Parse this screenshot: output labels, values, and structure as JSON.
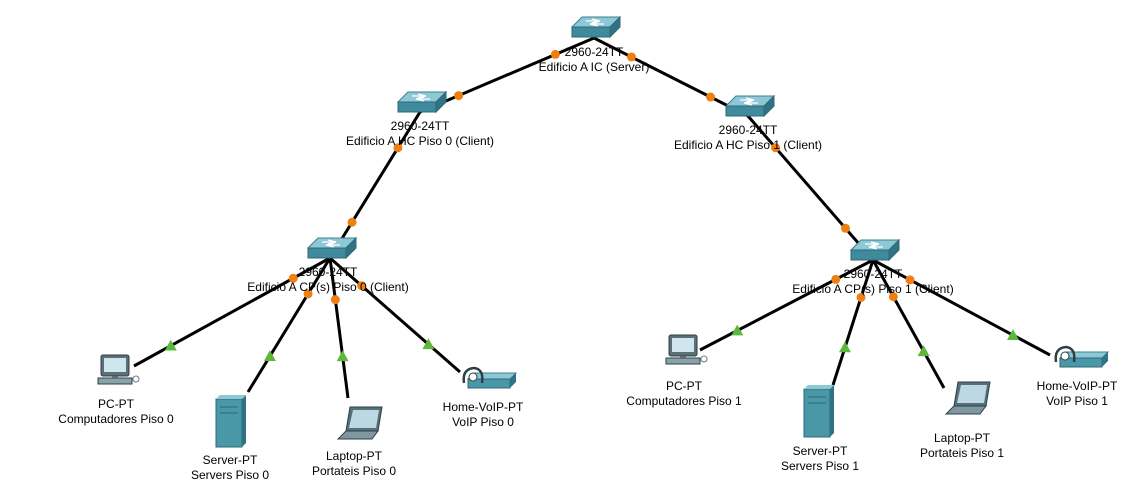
{
  "devices": {
    "core": {
      "model": "2960-24TT",
      "name": "Edificio A IC (Server)"
    },
    "hc0": {
      "model": "2960-24TT",
      "name": "Edificio A HC Piso 0 (Client)"
    },
    "hc1": {
      "model": "2960-24TT",
      "name": "Edificio A HC Piso 1 (Client)"
    },
    "cp0": {
      "model": "2960-24TT",
      "name": "Edificio A CP(s) Piso 0 (Client)"
    },
    "cp1": {
      "model": "2960-24TT",
      "name": "Edificio A CP(s) Piso 1 (Client)"
    },
    "pc0": {
      "model": "PC-PT",
      "name": "Computadores Piso 0"
    },
    "srv0": {
      "model": "Server-PT",
      "name": "Servers Piso 0"
    },
    "lap0": {
      "model": "Laptop-PT",
      "name": "Portateis Piso 0"
    },
    "voip0": {
      "model": "Home-VoIP-PT",
      "name": "VoIP Piso 0"
    },
    "pc1": {
      "model": "PC-PT",
      "name": "Computadores Piso 1"
    },
    "srv1": {
      "model": "Server-PT",
      "name": "Servers Piso 1"
    },
    "lap1": {
      "model": "Laptop-PT",
      "name": "Portateis Piso 1"
    },
    "voip1": {
      "model": "Home-VoIP-PT",
      "name": "VoIP Piso 1"
    }
  },
  "links": [
    {
      "from": "core",
      "to": "hc0",
      "from_status": "orange",
      "to_status": "orange"
    },
    {
      "from": "core",
      "to": "hc1",
      "from_status": "orange",
      "to_status": "orange"
    },
    {
      "from": "hc0",
      "to": "cp0",
      "from_status": "orange",
      "to_status": "orange"
    },
    {
      "from": "hc1",
      "to": "cp1",
      "from_status": "orange",
      "to_status": "orange"
    },
    {
      "from": "cp0",
      "to": "pc0",
      "from_status": "orange",
      "to_status": "green"
    },
    {
      "from": "cp0",
      "to": "srv0",
      "from_status": "orange",
      "to_status": "green"
    },
    {
      "from": "cp0",
      "to": "lap0",
      "from_status": "orange",
      "to_status": "green"
    },
    {
      "from": "cp0",
      "to": "voip0",
      "from_status": "orange",
      "to_status": "green"
    },
    {
      "from": "cp1",
      "to": "pc1",
      "from_status": "orange",
      "to_status": "green"
    },
    {
      "from": "cp1",
      "to": "srv1",
      "from_status": "orange",
      "to_status": "green"
    },
    {
      "from": "cp1",
      "to": "lap1",
      "from_status": "orange",
      "to_status": "green"
    },
    {
      "from": "cp1",
      "to": "voip1",
      "from_status": "orange",
      "to_status": "green"
    }
  ],
  "colors": {
    "link": "#000000",
    "port_orange": "#f07f13",
    "port_green": "#5cb83a",
    "switch_top": "#7fbccc",
    "switch_side": "#3f8a9c",
    "device": "#4a97a8"
  }
}
